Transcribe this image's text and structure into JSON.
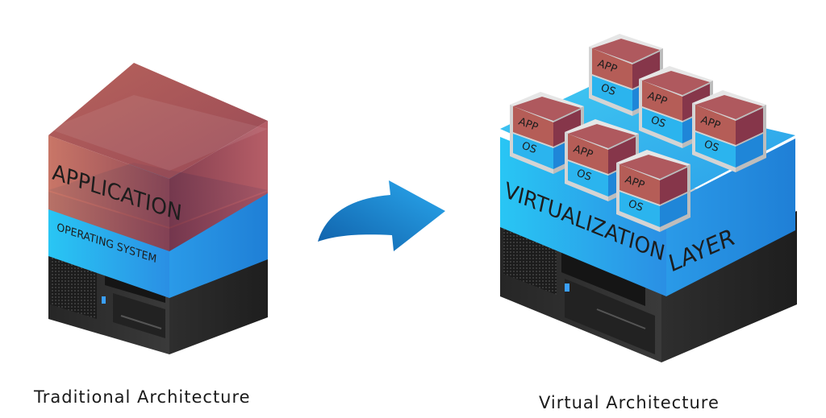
{
  "traditional": {
    "caption": "Traditional Architecture",
    "application_label": "APPLICATION",
    "os_label": "OPERATING SYSTEM"
  },
  "virtual": {
    "caption": "Virtual Architecture",
    "virtualization_label": "VIRTUALIZATION",
    "layer_label": "LAYER",
    "vm_app_label": "APP",
    "vm_os_label": "OS"
  },
  "colors": {
    "application_red": "#9a4048",
    "os_blue": "#2aa8e8",
    "server_dark": "#2c2c2c",
    "arrow_blue": "#1f8fd8"
  }
}
